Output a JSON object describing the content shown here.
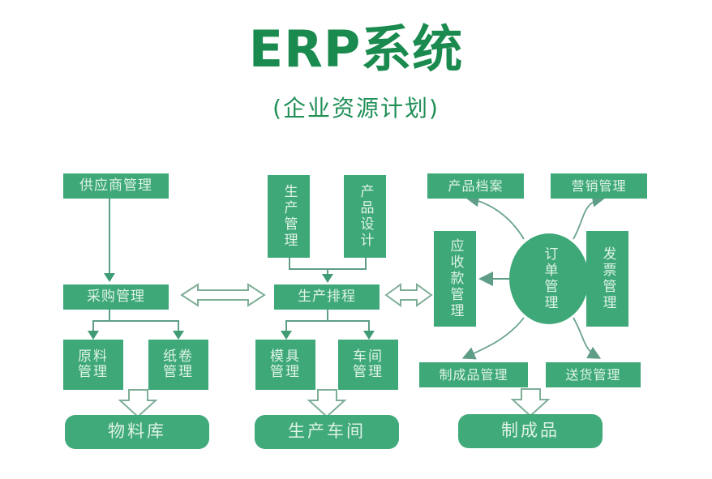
{
  "header": {
    "title": "ERP系统",
    "subtitle": "(企业资源计划)"
  },
  "theme": {
    "box_fill": "#3ea878",
    "box_fill_rounded": "#41aa7a",
    "text_color": "#dff3e7",
    "title_color": "#1a8a4e",
    "line_color": "#5f9e86",
    "arrow_fill": "#3f9c74",
    "background": "#ffffff"
  },
  "diagram": {
    "type": "flowchart",
    "columns": [
      {
        "name": "procurement-column",
        "nodes": [
          {
            "id": "supplier-management",
            "label": "供应商管理",
            "shape": "rect",
            "orientation": "horizontal"
          },
          {
            "id": "purchasing-management",
            "label": "采购管理",
            "shape": "rect",
            "orientation": "horizontal"
          },
          {
            "id": "raw-material-management",
            "label": "原料管理",
            "shape": "rect",
            "orientation": "grid2"
          },
          {
            "id": "paper-roll-management",
            "label": "纸卷管理",
            "shape": "rect",
            "orientation": "grid2"
          },
          {
            "id": "material-warehouse",
            "label": "物料库",
            "shape": "rounded-rect",
            "orientation": "horizontal"
          }
        ]
      },
      {
        "name": "production-column",
        "nodes": [
          {
            "id": "production-management",
            "label": "生产管理",
            "shape": "rect",
            "orientation": "vertical"
          },
          {
            "id": "product-design",
            "label": "产品设计",
            "shape": "rect",
            "orientation": "vertical"
          },
          {
            "id": "production-scheduling",
            "label": "生产排程",
            "shape": "rect",
            "orientation": "horizontal"
          },
          {
            "id": "mold-management",
            "label": "模具管理",
            "shape": "rect",
            "orientation": "grid2"
          },
          {
            "id": "workshop-management",
            "label": "车间管理",
            "shape": "rect",
            "orientation": "grid2"
          },
          {
            "id": "production-workshop",
            "label": "生产车间",
            "shape": "rounded-rect",
            "orientation": "horizontal"
          }
        ]
      },
      {
        "name": "order-column",
        "nodes": [
          {
            "id": "product-archive",
            "label": "产品档案",
            "shape": "rect",
            "orientation": "horizontal"
          },
          {
            "id": "marketing-management",
            "label": "营销管理",
            "shape": "rect",
            "orientation": "horizontal"
          },
          {
            "id": "receivables-management",
            "label": "应收款管理",
            "shape": "rect",
            "orientation": "vertical"
          },
          {
            "id": "order-management",
            "label": "订单管理",
            "shape": "ellipse",
            "orientation": "vertical"
          },
          {
            "id": "invoice-management",
            "label": "发票管理",
            "shape": "rect",
            "orientation": "vertical"
          },
          {
            "id": "finished-goods-management",
            "label": "制成品管理",
            "shape": "rect",
            "orientation": "horizontal"
          },
          {
            "id": "delivery-management",
            "label": "送货管理",
            "shape": "rect",
            "orientation": "horizontal"
          },
          {
            "id": "finished-goods",
            "label": "制成品",
            "shape": "rounded-rect",
            "orientation": "horizontal"
          }
        ]
      }
    ],
    "connectors": [
      {
        "from": "supplier-management",
        "to": "purchasing-management",
        "style": "solid-arrow-down"
      },
      {
        "from": "purchasing-management",
        "to": "raw-material-management",
        "style": "solid-arrow-down"
      },
      {
        "from": "purchasing-management",
        "to": "paper-roll-management",
        "style": "solid-arrow-down"
      },
      {
        "from": "raw-material-management",
        "to": "material-warehouse",
        "style": "hollow-block-arrow-down"
      },
      {
        "from": "production-management",
        "to": "production-scheduling",
        "style": "solid-arrow-down"
      },
      {
        "from": "product-design",
        "to": "production-scheduling",
        "style": "solid-arrow-down"
      },
      {
        "from": "production-scheduling",
        "to": "mold-management",
        "style": "solid-arrow-down"
      },
      {
        "from": "production-scheduling",
        "to": "workshop-management",
        "style": "solid-arrow-down"
      },
      {
        "from": "mold-management",
        "to": "production-workshop",
        "style": "hollow-block-arrow-down"
      },
      {
        "from": "purchasing-management",
        "to": "production-scheduling",
        "style": "hollow-double-arrow-horizontal"
      },
      {
        "from": "production-scheduling",
        "to": "receivables-management",
        "style": "hollow-double-arrow-horizontal"
      },
      {
        "from": "order-management",
        "to": "product-archive",
        "style": "curved-arrow"
      },
      {
        "from": "order-management",
        "to": "marketing-management",
        "style": "curved-arrow"
      },
      {
        "from": "order-management",
        "to": "receivables-management",
        "style": "solid-arrow-left"
      },
      {
        "from": "order-management",
        "to": "invoice-management",
        "style": "solid-arrow-right"
      },
      {
        "from": "order-management",
        "to": "finished-goods-management",
        "style": "curved-arrow"
      },
      {
        "from": "order-management",
        "to": "delivery-management",
        "style": "curved-arrow"
      },
      {
        "from": "finished-goods-management",
        "to": "finished-goods",
        "style": "hollow-block-arrow-down"
      }
    ]
  }
}
